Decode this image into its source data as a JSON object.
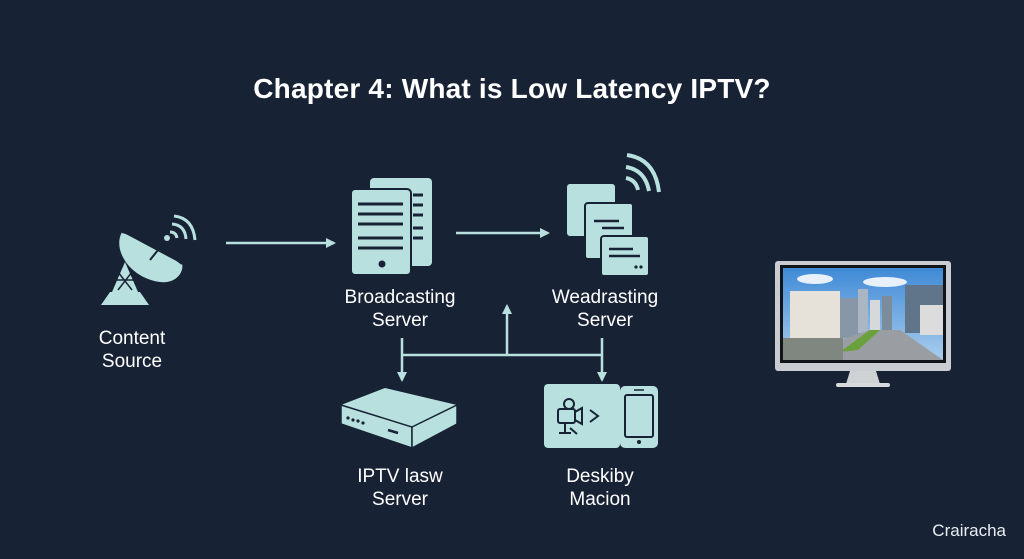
{
  "title": "Chapter 4: What is Low Latency IPTV?",
  "colors": {
    "background": "#182235",
    "icon_fill": "#b8e0df",
    "text": "#ffffff"
  },
  "nodes": [
    {
      "id": "content-source",
      "icon": "satellite-dish-icon",
      "label_line1": "Content",
      "label_line2": "Source"
    },
    {
      "id": "broadcasting-server",
      "icon": "server-documents-icon",
      "label_line1": "Broadcasting",
      "label_line2": "Server"
    },
    {
      "id": "weadrasting-server",
      "icon": "stacked-servers-wifi-icon",
      "label_line1": "Weadrasting",
      "label_line2": "Server"
    },
    {
      "id": "iptv-server",
      "icon": "set-top-box-icon",
      "label_line1": "IPTV lasw",
      "label_line2": "Server"
    },
    {
      "id": "deskiby-macion",
      "icon": "camera-to-phone-icon",
      "label_line1": "Deskiby",
      "label_line2": "Macion"
    },
    {
      "id": "display",
      "icon": "monitor-cityscape-icon"
    }
  ],
  "watermark": "Crairacha"
}
